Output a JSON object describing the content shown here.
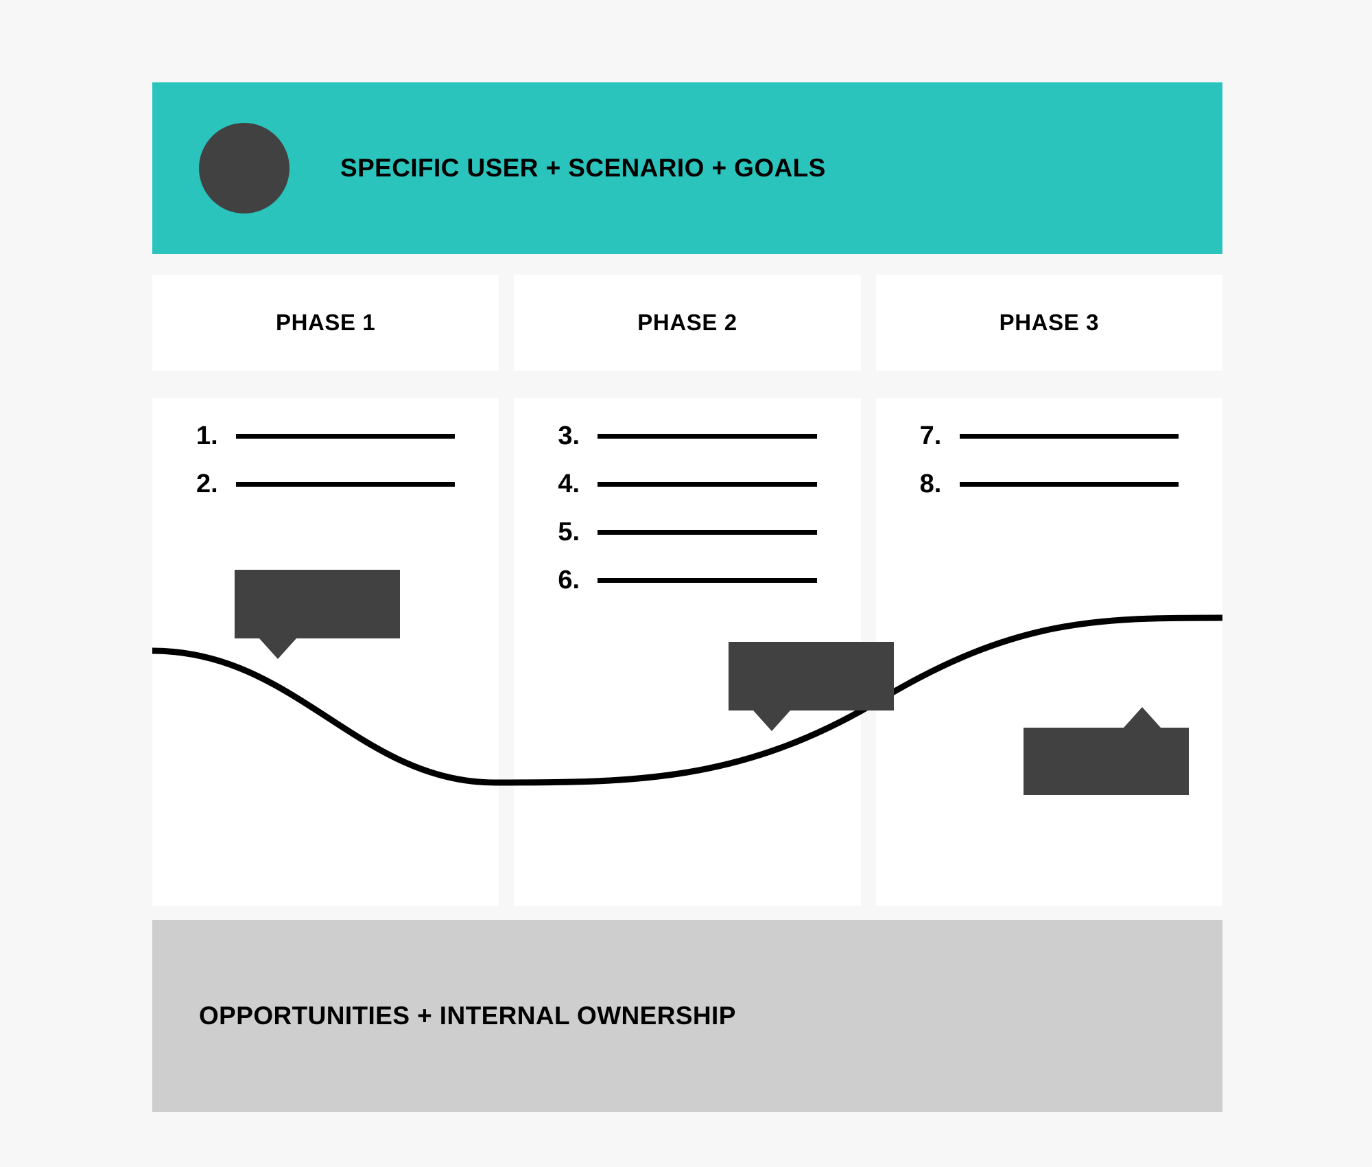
{
  "header": {
    "title": "SPECIFIC USER + SCENARIO + GOALS",
    "background_color": "#2BC4BC",
    "avatar_color": "#414141"
  },
  "phases": [
    {
      "label": "PHASE 1",
      "items": [
        {
          "number": "1."
        },
        {
          "number": "2."
        }
      ]
    },
    {
      "label": "PHASE 2",
      "items": [
        {
          "number": "3."
        },
        {
          "number": "4."
        },
        {
          "number": "5."
        },
        {
          "number": "6."
        }
      ]
    },
    {
      "label": "PHASE 3",
      "items": [
        {
          "number": "7."
        },
        {
          "number": "8."
        }
      ]
    }
  ],
  "callouts": [
    {
      "id": "callout-phase-1",
      "tail": "down",
      "color": "#414141"
    },
    {
      "id": "callout-phase-2",
      "tail": "down",
      "color": "#414141"
    },
    {
      "id": "callout-phase-3",
      "tail": "up",
      "color": "#414141"
    }
  ],
  "journey_curve": {
    "stroke_color": "#000000",
    "stroke_width": 9
  },
  "footer": {
    "title": "OPPORTUNITIES + INTERNAL OWNERSHIP",
    "background_color": "#CECECE"
  },
  "canvas": {
    "background_color": "#F7F7F7",
    "card_color": "#FFFFFF"
  }
}
